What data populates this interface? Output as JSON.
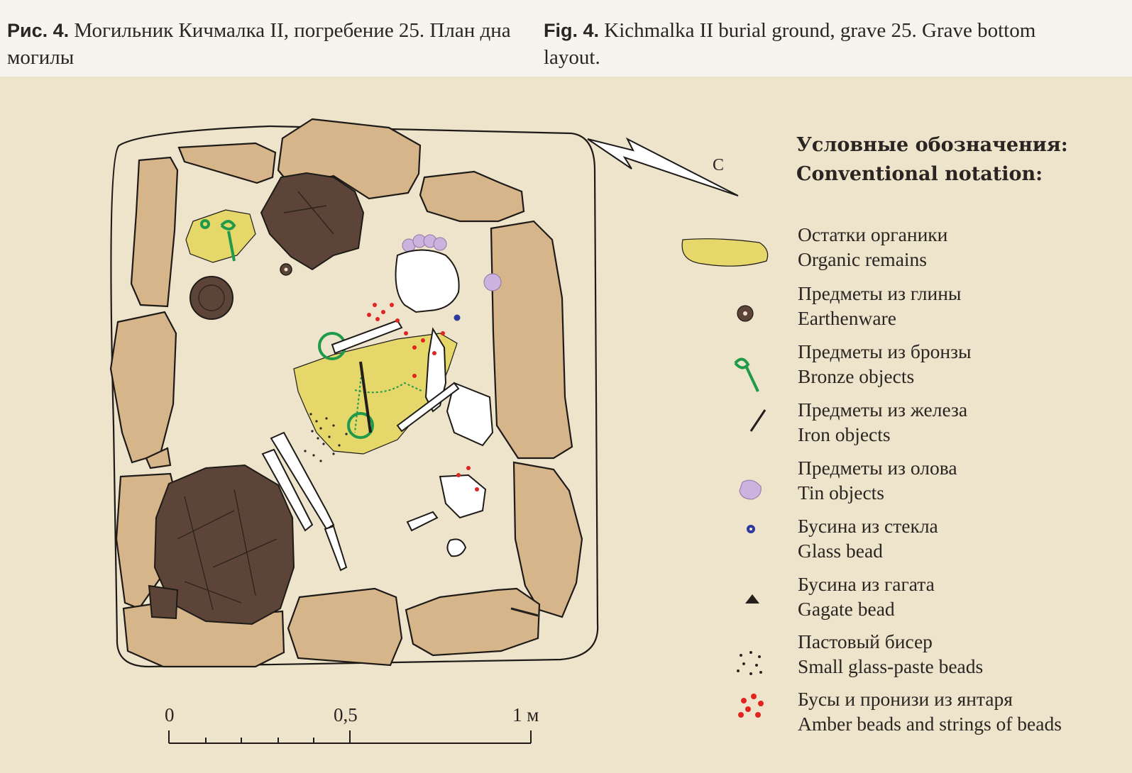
{
  "caption": {
    "ru_label": "Рис. 4.",
    "ru_text": " Могильник Кичмалка II, погребение 25. План дна могилы",
    "en_label": "Fig. 4.",
    "en_text": " Kichmalka II burial ground, grave 25. Grave bottom layout."
  },
  "legend": {
    "title_ru": "Условные обозначения:",
    "title_en": "Conventional notation:",
    "items": [
      {
        "ru": "Остатки органики",
        "en": "Organic remains",
        "icon": "organic-swatch",
        "color": "#e5d76a"
      },
      {
        "ru": "Предметы из глины",
        "en": "Earthenware",
        "icon": "clay-dot",
        "color": "#4a3a31"
      },
      {
        "ru": "Предметы из бронзы",
        "en": "Bronze objects",
        "icon": "bronze-pin",
        "color": "#1f9a48"
      },
      {
        "ru": "Предметы из железа",
        "en": "Iron objects",
        "icon": "iron-stroke",
        "color": "#231f1c"
      },
      {
        "ru": "Предметы из олова",
        "en": "Tin objects",
        "icon": "tin-blob",
        "color": "#ccb2de"
      },
      {
        "ru": "Бусина из стекла",
        "en": "Glass bead",
        "icon": "glass-bead",
        "color": "#2b3a9c"
      },
      {
        "ru": "Бусина из гагата",
        "en": "Gagate bead",
        "icon": "gagate-triangle",
        "color": "#231f1c"
      },
      {
        "ru": "Пастовый бисер",
        "en": "Small glass-paste beads",
        "icon": "paste-dots",
        "color": "#2a2522"
      },
      {
        "ru": "Бусы и пронизи из янтаря",
        "en": "Amber beads and strings of beads",
        "icon": "amber-dots",
        "color": "#e0241f"
      }
    ]
  },
  "scale": {
    "labels": [
      "0",
      "0,5",
      "1 м"
    ]
  },
  "north_arrow": {
    "label": "С"
  },
  "colors": {
    "background": "#eee4cc",
    "stone": "#d6b58a",
    "vessel": "#5c4538",
    "organic": "#e5d76a",
    "bronze": "#1f9a48",
    "tin": "#ccb2de",
    "amber": "#e0241f",
    "glass": "#2b3a9c"
  }
}
